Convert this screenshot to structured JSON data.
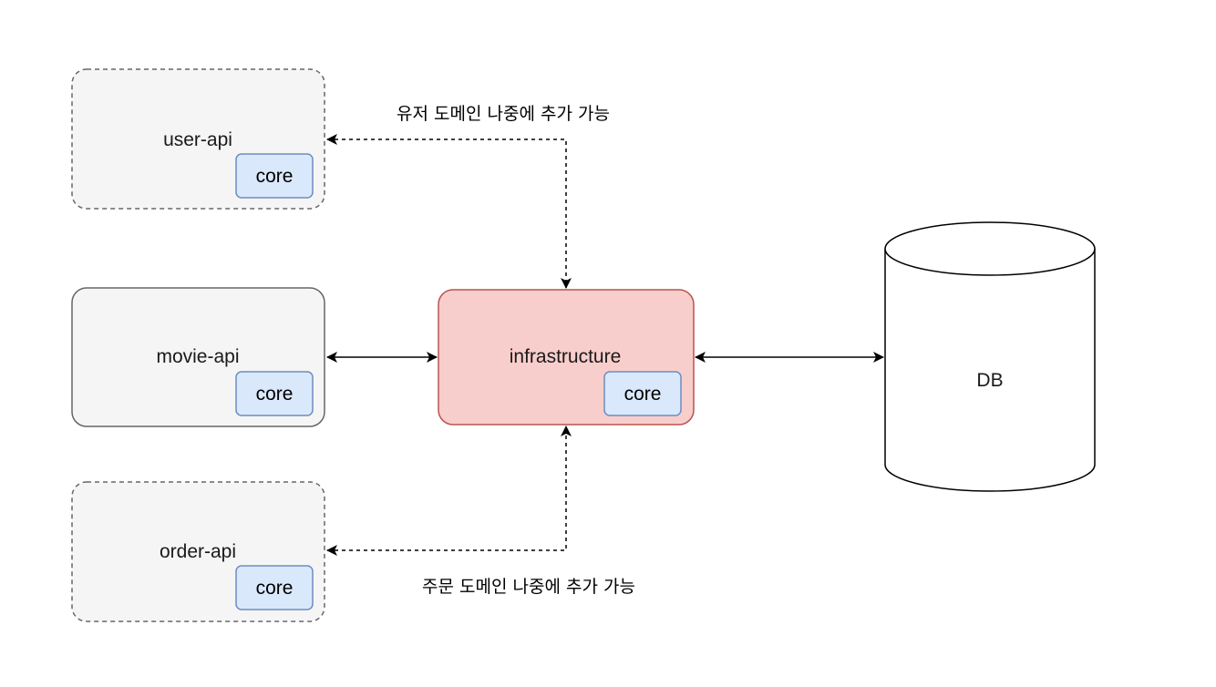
{
  "nodes": {
    "user_api": {
      "label": "user-api",
      "core": "core"
    },
    "movie_api": {
      "label": "movie-api",
      "core": "core"
    },
    "order_api": {
      "label": "order-api",
      "core": "core"
    },
    "infrastructure": {
      "label": "infrastructure",
      "core": "core"
    },
    "db": {
      "label": "DB"
    }
  },
  "annotations": {
    "user_domain": "유저 도메인 나중에 추가 가능",
    "order_domain": "주문 도메인 나중에 추가 가능"
  },
  "colors": {
    "api_fill": "#f5f5f5",
    "api_stroke": "#666666",
    "core_fill": "#dae8fc",
    "core_stroke": "#6c8ebf",
    "infra_fill": "#f8cecc",
    "infra_stroke": "#b85450",
    "db_fill": "#ffffff",
    "db_stroke": "#000000"
  }
}
